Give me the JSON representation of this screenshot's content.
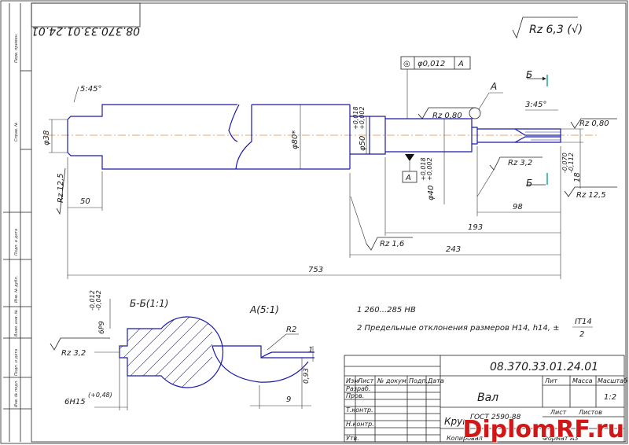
{
  "drawing": {
    "number_top": "08.370.33.01.24.01",
    "roughness_default": "Rz 6,3 (√)",
    "tolerance_frame": {
      "symbol": "◎",
      "value": "φ0,012",
      "base": "A"
    },
    "chamfer_left": "5:45°",
    "chamfer_right": "3:45°",
    "diameters": {
      "d38": "φ38",
      "d80": "φ80*",
      "d50": "φ50",
      "d50_tol_upper": "+0,018",
      "d50_tol_lower": "+0,002",
      "d40": "φ40",
      "d40_tol_upper": "+0,018",
      "d40_tol_lower": "+0,002",
      "key_dim": "18",
      "key_dim_upper": "-0,070",
      "key_dim_lower": "-0,112"
    },
    "roughness": {
      "rz125_left": "Rz 12,5",
      "rz080_top": "Rz 0,80",
      "rz080_right": "Rz 0,80",
      "rz32": "Rz 3,2",
      "rz125_right": "Rz 12,5",
      "rz16": "Rz 1,6",
      "rz32_section": "Rz 3,2"
    },
    "lengths": {
      "l50": "50",
      "l98": "98",
      "l193": "193",
      "l243": "243",
      "l753": "753"
    },
    "section_marks": {
      "b": "Б",
      "a": "А",
      "a_base": "А"
    },
    "section_bb": {
      "title": "Б-Б(1:1)",
      "key_width": "6Р9",
      "key_tol_upper": "-0,012",
      "key_tol_lower": "-0,042",
      "depth": "6Н15",
      "depth_tol": "(+0,48)"
    },
    "detail_a": {
      "title": "А(5:1)",
      "radius": "R2",
      "dim_width": "9",
      "dim_height": "0,93",
      "dim_one": "1"
    },
    "notes": [
      "1 260...285 НВ",
      "2 Предельные отклонения размеров Н14, h14, ±",
      "IT14",
      "2"
    ]
  },
  "title_block": {
    "designation": "08.370.33.01.24.01",
    "name": "Вал",
    "col_lit": "Лит",
    "col_mass": "Масса",
    "col_scale": "Масштаб",
    "lit_value": "",
    "scale_value": "1:2",
    "sheet_label": "Лист",
    "sheets_label": "Листов",
    "rows": [
      "Изм",
      "Лист",
      "№ докум.",
      "Подп.",
      "Дата"
    ],
    "roles": [
      "Разраб.",
      "Пров.",
      "Т.контр.",
      "Н.контр.",
      "Утв."
    ],
    "material": "Круг",
    "material_std": "ГОСТ 2590-88",
    "copied": "Копировал",
    "format": "Формат А3"
  },
  "side_stamp": [
    "Перв. примен.",
    "Справ. №",
    "Подп. и дата",
    "Инв. № дубл.",
    "Взам. инв. №",
    "Подп. и дата",
    "Инв. № подл."
  ],
  "watermark": "DiplomRF.ru"
}
